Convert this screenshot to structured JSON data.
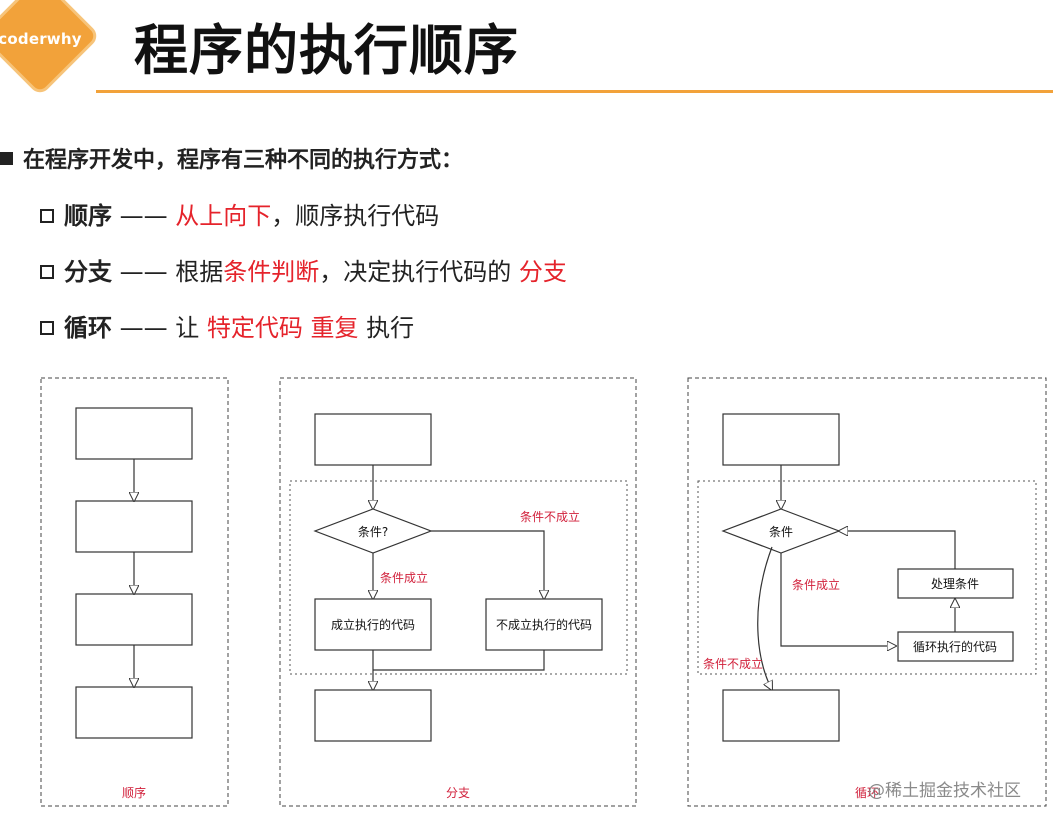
{
  "logo": {
    "text": "coderwhy"
  },
  "title": "程序的执行顺序",
  "intro": "在程序开发中，程序有三种不同的执行方式：",
  "rows": [
    {
      "name": "顺序",
      "dash": " —— ",
      "parts": [
        {
          "text": "从上向下",
          "red": true
        },
        {
          "text": "，顺序执行代码",
          "red": false
        }
      ]
    },
    {
      "name": "分支",
      "dash": " —— ",
      "parts": [
        {
          "text": "根据",
          "red": false
        },
        {
          "text": "条件判断",
          "red": true
        },
        {
          "text": "，决定执行代码的 ",
          "red": false
        },
        {
          "text": "分支",
          "red": true
        }
      ]
    },
    {
      "name": "循环",
      "dash": " —— ",
      "parts": [
        {
          "text": "让 ",
          "red": false
        },
        {
          "text": "特定代码",
          "red": true
        },
        {
          "text": " ",
          "red": false
        },
        {
          "text": "重复",
          "red": true
        },
        {
          "text": " 执行",
          "red": false
        }
      ]
    }
  ],
  "diagrams": {
    "sequence": {
      "caption": "顺序"
    },
    "branch": {
      "caption": "分支",
      "condition": "条件?",
      "true_label": "条件成立",
      "false_label": "条件不成立",
      "true_box": "成立执行的代码",
      "false_box": "不成立执行的代码"
    },
    "loop": {
      "caption": "循环",
      "condition": "条件",
      "true_label": "条件成立",
      "false_label": "条件不成立",
      "process_box": "处理条件",
      "loop_box": "循环执行的代码"
    }
  },
  "colors": {
    "accent": "#f2a23a",
    "highlight": "#e5232b",
    "text": "#222222",
    "diagram_line": "#333333",
    "diagram_label": "#d11f3a"
  },
  "watermark": "@稀土掘金技术社区"
}
